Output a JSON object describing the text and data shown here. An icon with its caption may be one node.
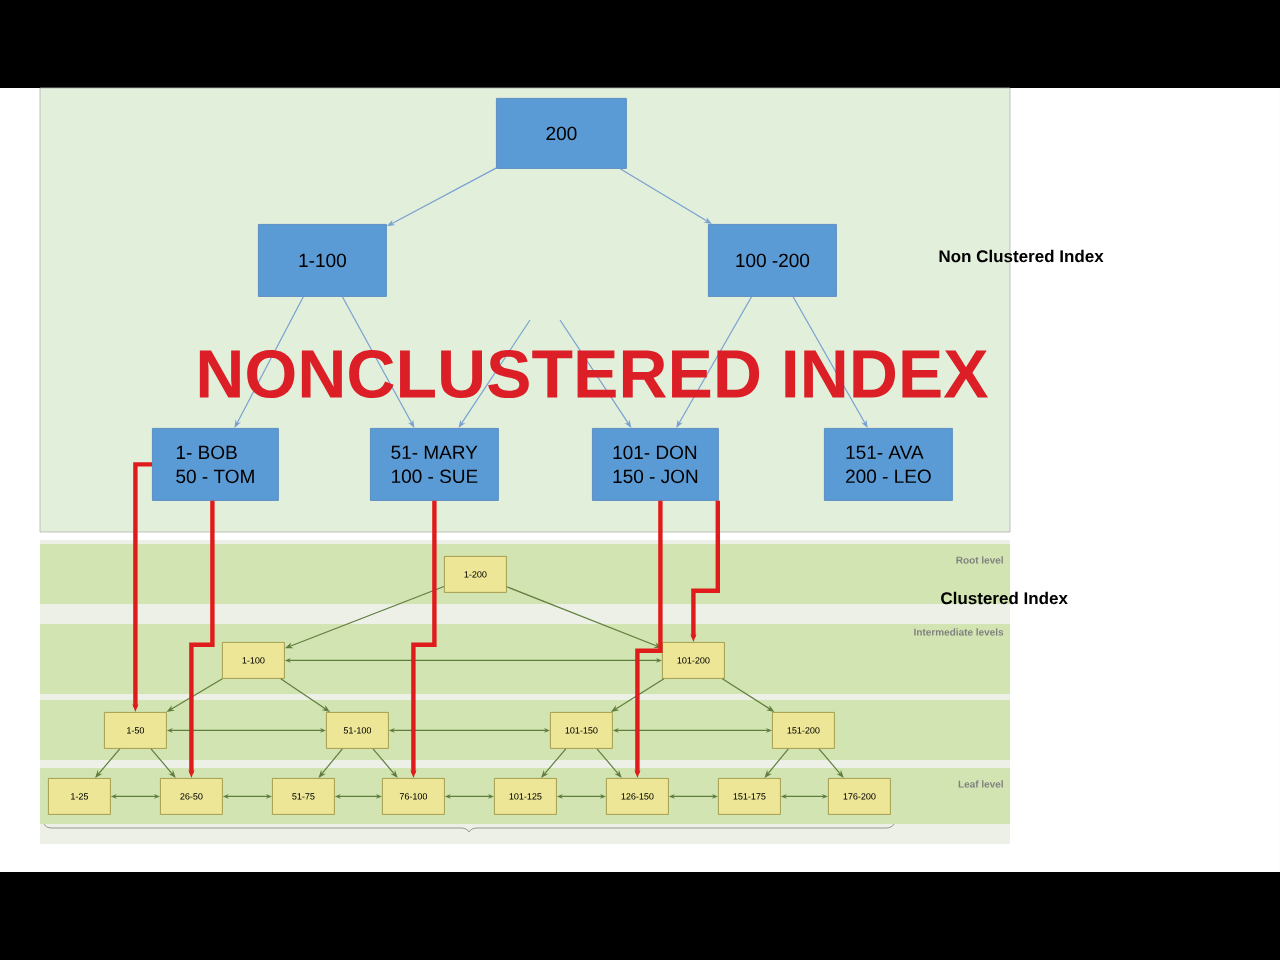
{
  "diagram": {
    "title": "NONCLUSTERED INDEX",
    "nodes": [
      {
        "text": [
          "200"
        ]
      },
      {
        "text": [
          "1-100"
        ]
      },
      {
        "text": [
          "100 -200"
        ]
      },
      {
        "text": [
          "1- BOB",
          "50 - TOM"
        ]
      },
      {
        "text": [
          "51- MARY",
          "100 - SUE"
        ]
      },
      {
        "text": [
          "101- DON",
          "150 - JON"
        ]
      },
      {
        "text": [
          "151- AVA",
          "200 - LEO"
        ]
      },
      {
        "text": [
          "1-200"
        ]
      },
      {
        "text": [
          "1-100"
        ]
      },
      {
        "text": [
          "101-200"
        ]
      },
      {
        "text": [
          "1-50"
        ]
      },
      {
        "text": [
          "51-100"
        ]
      },
      {
        "text": [
          "101-150"
        ]
      },
      {
        "text": [
          "151-200"
        ]
      },
      {
        "text": [
          "1-25"
        ]
      },
      {
        "text": [
          "26-50"
        ]
      },
      {
        "text": [
          "51-75"
        ]
      },
      {
        "text": [
          "76-100"
        ]
      },
      {
        "text": [
          "101-125"
        ]
      },
      {
        "text": [
          "126-150"
        ]
      },
      {
        "text": [
          "151-175"
        ]
      },
      {
        "text": [
          "176-200"
        ]
      }
    ],
    "edges": [
      {
        "from": 0,
        "to": 1,
        "arrow": "to",
        "color": "#78a0d2"
      },
      {
        "from": 0,
        "to": 2,
        "arrow": "to",
        "color": "#78a0d2"
      },
      {
        "from": 1,
        "to": 3,
        "arrow": "to",
        "color": "#78a0d2"
      },
      {
        "from": 1,
        "to": 4,
        "arrow": "to",
        "color": "#78a0d2"
      },
      {
        "from": null,
        "to": 4,
        "arrow": "to",
        "color": "#78a0d2"
      },
      {
        "from": null,
        "to": 5,
        "arrow": "to",
        "color": "#78a0d2"
      },
      {
        "from": 2,
        "to": 5,
        "arrow": "to",
        "color": "#78a0d2"
      },
      {
        "from": 2,
        "to": 6,
        "arrow": "to",
        "color": "#78a0d2"
      },
      {
        "from": 7,
        "to": 8,
        "arrow": "to"
      },
      {
        "from": 7,
        "to": 9,
        "arrow": "to"
      },
      {
        "from": 8,
        "to": 9,
        "arrow": "both"
      },
      {
        "from": 8,
        "to": 10,
        "arrow": "to"
      },
      {
        "from": 8,
        "to": 11,
        "arrow": "to"
      },
      {
        "from": 9,
        "to": 12,
        "arrow": "to"
      },
      {
        "from": 9,
        "to": 13,
        "arrow": "to"
      },
      {
        "from": 10,
        "to": 11,
        "arrow": "both"
      },
      {
        "from": 11,
        "to": 12,
        "arrow": "both"
      },
      {
        "from": 12,
        "to": 13,
        "arrow": "both"
      },
      {
        "from": 10,
        "to": 14,
        "arrow": "to"
      },
      {
        "from": 10,
        "to": 15,
        "arrow": "to"
      },
      {
        "from": 11,
        "to": 16,
        "arrow": "to"
      },
      {
        "from": 11,
        "to": 17,
        "arrow": "to"
      },
      {
        "from": 12,
        "to": 18,
        "arrow": "to"
      },
      {
        "from": 12,
        "to": 19,
        "arrow": "to"
      },
      {
        "from": 13,
        "to": 20,
        "arrow": "to"
      },
      {
        "from": 13,
        "to": 21,
        "arrow": "to"
      },
      {
        "from": 14,
        "to": 15,
        "arrow": "both"
      },
      {
        "from": 15,
        "to": 16,
        "arrow": "both"
      },
      {
        "from": 16,
        "to": 17,
        "arrow": "both"
      },
      {
        "from": 17,
        "to": 18,
        "arrow": "both"
      },
      {
        "from": 18,
        "to": 19,
        "arrow": "both"
      },
      {
        "from": 19,
        "to": 20,
        "arrow": "both"
      },
      {
        "from": 20,
        "to": 21,
        "arrow": "both"
      },
      {
        "from": 3,
        "to": 10,
        "arrow": "to",
        "style": "thick",
        "color": "#e01b1b"
      },
      {
        "from": 3,
        "to": 15,
        "arrow": "to",
        "style": "thick",
        "color": "#e01b1b"
      },
      {
        "from": 4,
        "to": 17,
        "arrow": "to",
        "style": "thick",
        "color": "#e01b1b"
      },
      {
        "from": 5,
        "to": 19,
        "arrow": "to",
        "style": "thick",
        "color": "#e01b1b"
      },
      {
        "from": 5,
        "to": 9,
        "arrow": "to",
        "style": "thick",
        "color": "#e01b1b"
      }
    ],
    "labels": [
      "Non Clustered Index",
      "Root level",
      "Clustered Index",
      "Intermediate levels",
      "Leaf level"
    ]
  }
}
